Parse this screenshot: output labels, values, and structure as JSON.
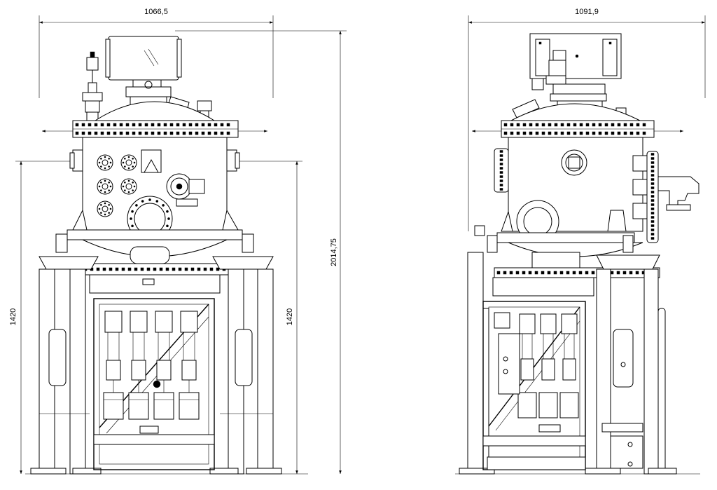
{
  "front_view": {
    "width_dim": "1066,5",
    "overall_height_dim": "2014,75",
    "left_height_dim": "1420",
    "right_height_dim": "1420"
  },
  "side_view": {
    "width_dim": "1091,9"
  }
}
